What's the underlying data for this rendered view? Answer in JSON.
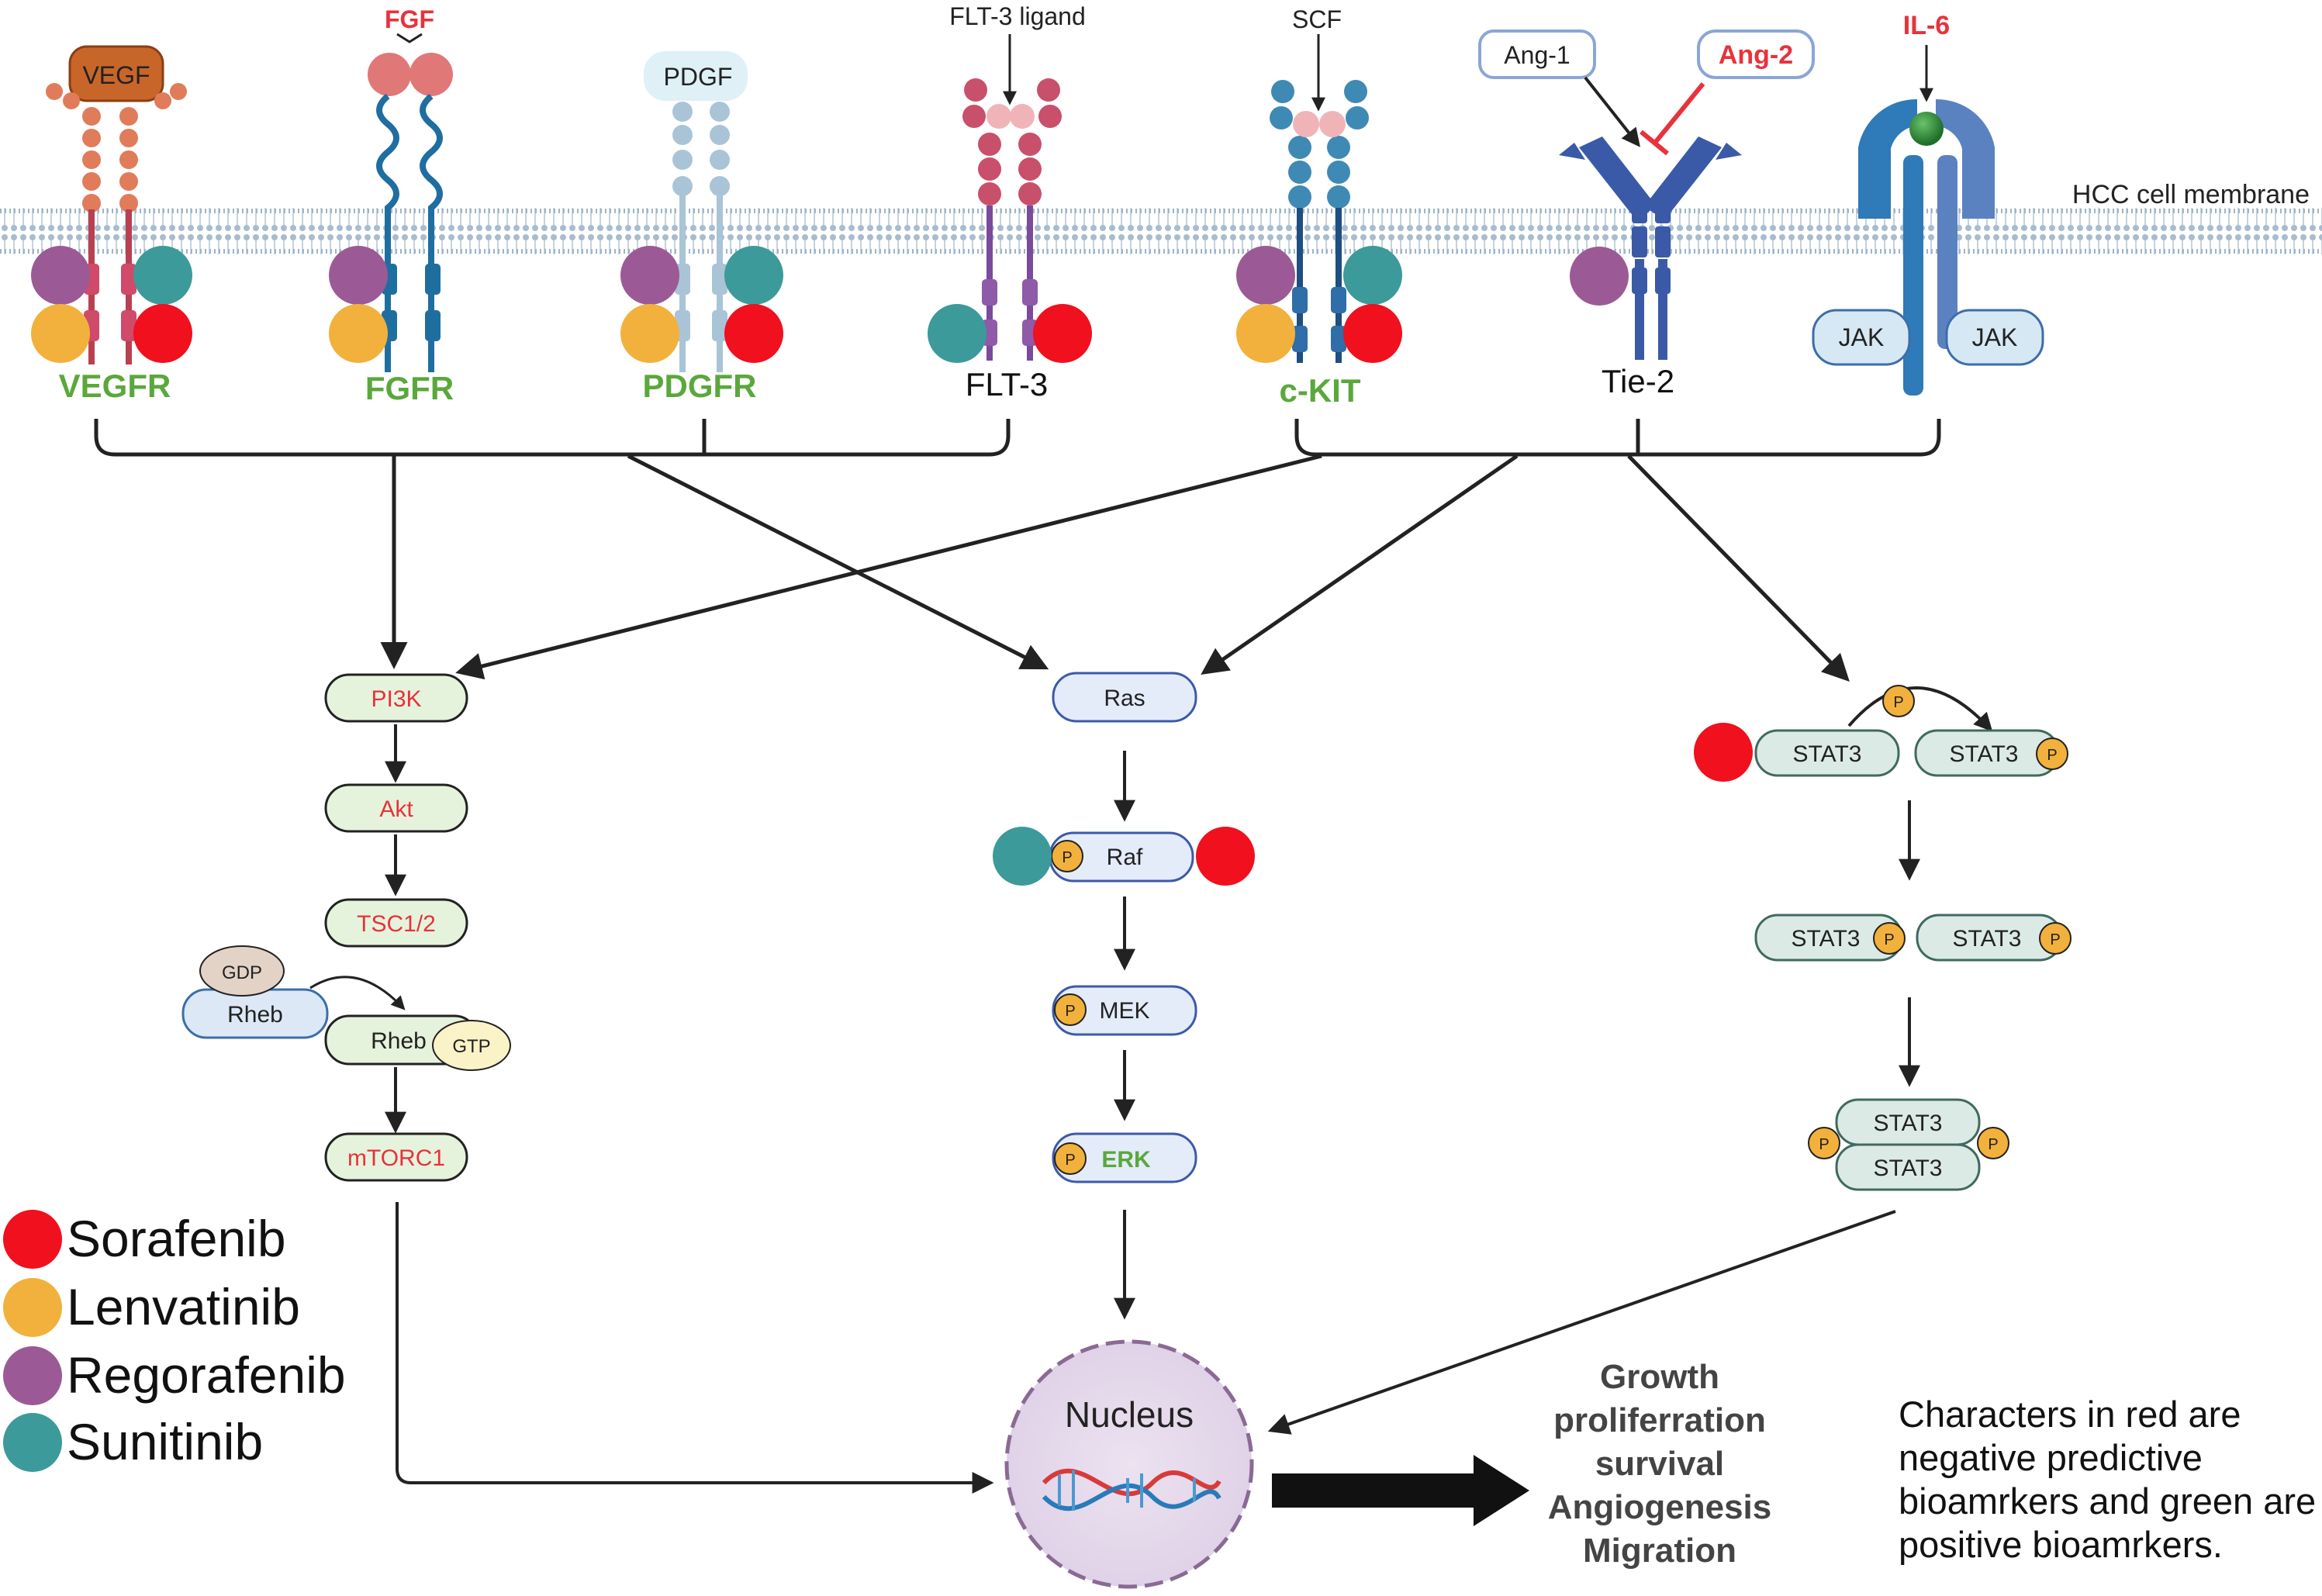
{
  "colors": {
    "sorafenib": "#f0101e",
    "lenvatinib": "#f2b13c",
    "regorafenib": "#9b5a96",
    "sunitinib": "#3c9a9a",
    "red_text": "#e8323c",
    "green_text": "#5aa83c",
    "membrane": "#9fb4c8"
  },
  "membrane_label": "HCC cell membrane",
  "ligands": {
    "vegf": "VEGF",
    "fgf": "FGF",
    "pdgf": "PDGF",
    "flt3_ligand": "FLT-3 ligand",
    "scf": "SCF",
    "ang1": "Ang-1",
    "ang2": "Ang-2",
    "il6": "IL-6"
  },
  "receptors": {
    "vegfr": "VEGFR",
    "fgfr": "FGFR",
    "pdgfr": "PDGFR",
    "flt3": "FLT-3",
    "ckit": "c-KIT",
    "tie2": "Tie-2",
    "jak_left": "JAK",
    "jak_right": "JAK"
  },
  "pi3k_pathway": {
    "pi3k": "PI3K",
    "akt": "Akt",
    "tsc": "TSC1/2",
    "gdp": "GDP",
    "rheb_gdp": "Rheb",
    "rheb_gtp": "Rheb",
    "gtp": "GTP",
    "mtorc1": "mTORC1"
  },
  "ras_pathway": {
    "ras": "Ras",
    "raf": "Raf",
    "mek": "MEK",
    "erk": "ERK",
    "p": "P"
  },
  "stat_pathway": {
    "stat3": "STAT3",
    "p": "P"
  },
  "nucleus": "Nucleus",
  "outcomes": [
    "Growth",
    "proliferration",
    "survival",
    "Angiogenesis",
    "Migration"
  ],
  "legend": [
    {
      "label": "Sorafenib",
      "color": "#f0101e"
    },
    {
      "label": "Lenvatinib",
      "color": "#f2b13c"
    },
    {
      "label": "Regorafenib",
      "color": "#9b5a96"
    },
    {
      "label": "Sunitinib",
      "color": "#3c9a9a"
    }
  ],
  "note": "Characters in red are negative predictive bioamrkers and green are positive bioamrkers."
}
